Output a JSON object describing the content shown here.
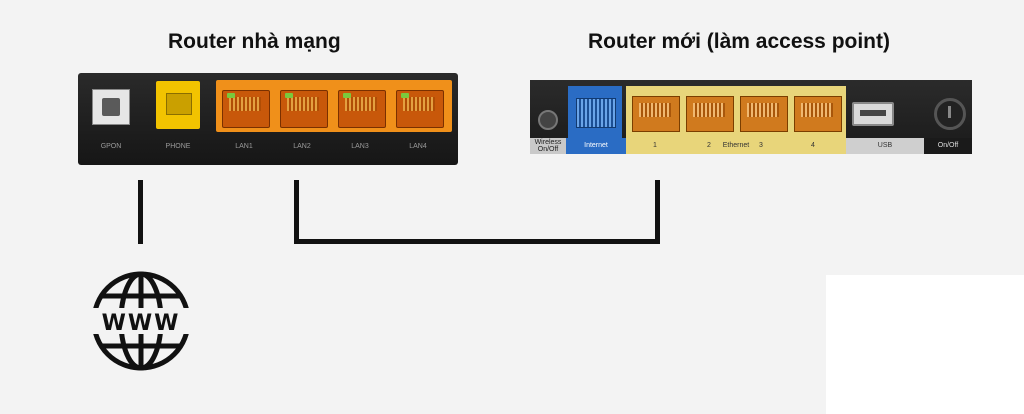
{
  "titles": {
    "left": "Router nhà mạng",
    "right": "Router mới (làm access point)"
  },
  "left_router": {
    "ports": [
      "GPON",
      "PHONE",
      "LAN1",
      "LAN2",
      "LAN3",
      "LAN4"
    ]
  },
  "right_router": {
    "labels": {
      "wireless": "Wireless On/Off",
      "internet": "Internet",
      "eth1": "1",
      "eth2": "2",
      "ethernet": "Ethernet",
      "eth3": "3",
      "eth4": "4",
      "usb": "USB",
      "onoff": "On/Off"
    }
  },
  "icons": {
    "globe": "www-globe-icon",
    "globe_text": "WWW"
  },
  "colors": {
    "router_body": "#1e1e1e",
    "lan_orange": "#f0901a",
    "phone_yellow": "#f2c300",
    "internet_blue": "#2a6cc4",
    "ethernet_yellow": "#e8d57a",
    "wire": "#111111"
  }
}
